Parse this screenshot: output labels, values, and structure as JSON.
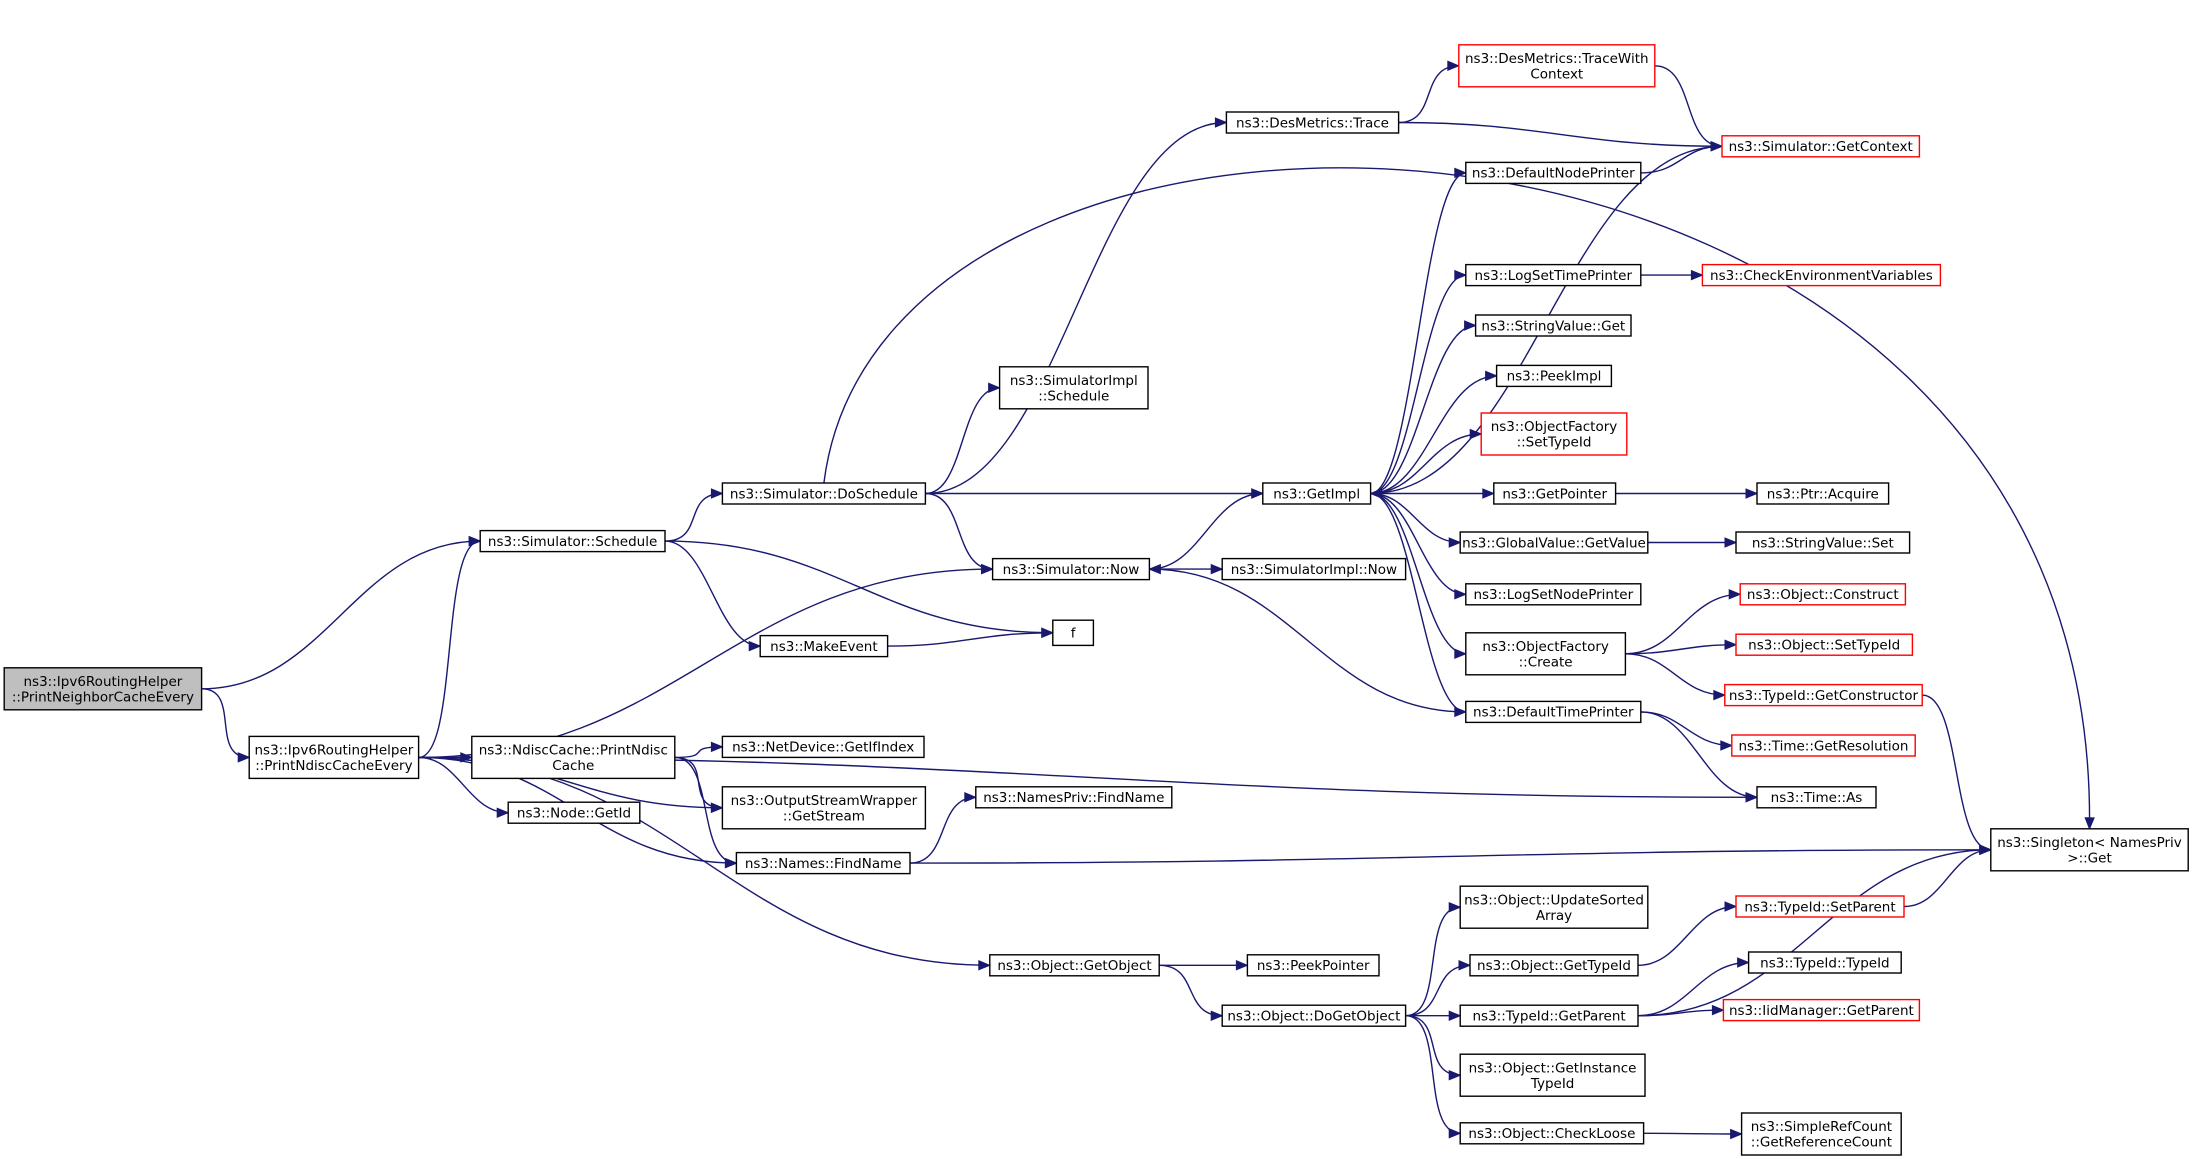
{
  "colors": {
    "edge": "#191970",
    "box": "#000000",
    "truncated_box": "#ff0000",
    "root_fill": "#bfbfbf"
  },
  "nodes": {
    "n0": {
      "lines": [
        "ns3::Ipv6RoutingHelper",
        "::PrintNeighborCacheEvery"
      ],
      "style": "root"
    },
    "n1": {
      "lines": [
        "ns3::Simulator::Schedule"
      ],
      "style": "normal"
    },
    "n2": {
      "lines": [
        "ns3::Ipv6RoutingHelper",
        "::PrintNdiscCacheEvery"
      ],
      "style": "normal"
    },
    "n3": {
      "lines": [
        "ns3::Simulator::DoSchedule"
      ],
      "style": "normal"
    },
    "n4": {
      "lines": [
        "ns3::Simulator::Now"
      ],
      "style": "normal"
    },
    "n5": {
      "lines": [
        "ns3::MakeEvent"
      ],
      "style": "normal"
    },
    "n6": {
      "lines": [
        "f"
      ],
      "style": "normal"
    },
    "n7": {
      "lines": [
        "ns3::NdiscCache::PrintNdisc",
        "Cache"
      ],
      "style": "normal"
    },
    "n8": {
      "lines": [
        "ns3::Node::GetId"
      ],
      "style": "normal"
    },
    "n9": {
      "lines": [
        "ns3::OutputStreamWrapper",
        "::GetStream"
      ],
      "style": "normal"
    },
    "n10": {
      "lines": [
        "ns3::Names::FindName"
      ],
      "style": "normal"
    },
    "n11": {
      "lines": [
        "ns3::NetDevice::GetIfIndex"
      ],
      "style": "normal"
    },
    "n12": {
      "lines": [
        "ns3::NamesPriv::FindName"
      ],
      "style": "normal"
    },
    "n13": {
      "lines": [
        "ns3::Object::GetObject"
      ],
      "style": "normal"
    },
    "n14": {
      "lines": [
        "ns3::SimulatorImpl",
        "::Schedule"
      ],
      "style": "normal"
    },
    "n15": {
      "lines": [
        "ns3::DesMetrics::Trace"
      ],
      "style": "normal"
    },
    "n16": {
      "lines": [
        "ns3::GetImpl"
      ],
      "style": "normal"
    },
    "n17": {
      "lines": [
        "ns3::SimulatorImpl::Now"
      ],
      "style": "normal"
    },
    "n18": {
      "lines": [
        "ns3::PeekPointer"
      ],
      "style": "normal"
    },
    "n19": {
      "lines": [
        "ns3::Object::DoGetObject"
      ],
      "style": "normal"
    },
    "n20": {
      "lines": [
        "ns3::DesMetrics::TraceWith",
        "Context"
      ],
      "style": "red"
    },
    "n21": {
      "lines": [
        "ns3::Simulator::GetContext"
      ],
      "style": "red"
    },
    "n22": {
      "lines": [
        "ns3::DefaultNodePrinter"
      ],
      "style": "normal"
    },
    "n23": {
      "lines": [
        "ns3::LogSetTimePrinter"
      ],
      "style": "normal"
    },
    "n24": {
      "lines": [
        "ns3::CheckEnvironmentVariables"
      ],
      "style": "red"
    },
    "n25": {
      "lines": [
        "ns3::StringValue::Get"
      ],
      "style": "normal"
    },
    "n26": {
      "lines": [
        "ns3::PeekImpl"
      ],
      "style": "normal"
    },
    "n27": {
      "lines": [
        "ns3::ObjectFactory",
        "::SetTypeId"
      ],
      "style": "red"
    },
    "n28": {
      "lines": [
        "ns3::GetPointer"
      ],
      "style": "normal"
    },
    "n29": {
      "lines": [
        "ns3::Ptr::Acquire"
      ],
      "style": "normal"
    },
    "n30": {
      "lines": [
        "ns3::GlobalValue::GetValue"
      ],
      "style": "normal"
    },
    "n31": {
      "lines": [
        "ns3::StringValue::Set"
      ],
      "style": "normal"
    },
    "n32": {
      "lines": [
        "ns3::LogSetNodePrinter"
      ],
      "style": "normal"
    },
    "n33": {
      "lines": [
        "ns3::ObjectFactory",
        "::Create"
      ],
      "style": "normal"
    },
    "n34": {
      "lines": [
        "ns3::Object::Construct"
      ],
      "style": "red"
    },
    "n35": {
      "lines": [
        "ns3::Object::SetTypeId"
      ],
      "style": "red"
    },
    "n36": {
      "lines": [
        "ns3::TypeId::GetConstructor"
      ],
      "style": "red"
    },
    "n37": {
      "lines": [
        "ns3::DefaultTimePrinter"
      ],
      "style": "normal"
    },
    "n38": {
      "lines": [
        "ns3::Time::GetResolution"
      ],
      "style": "red"
    },
    "n39": {
      "lines": [
        "ns3::Time::As"
      ],
      "style": "normal"
    },
    "n40": {
      "lines": [
        "ns3::Singleton< NamesPriv",
        " >::Get"
      ],
      "style": "normal"
    },
    "n41": {
      "lines": [
        "ns3::Object::UpdateSorted",
        "Array"
      ],
      "style": "normal"
    },
    "n42": {
      "lines": [
        "ns3::Object::GetTypeId"
      ],
      "style": "normal"
    },
    "n43": {
      "lines": [
        "ns3::TypeId::SetParent"
      ],
      "style": "red"
    },
    "n44": {
      "lines": [
        "ns3::TypeId::GetParent"
      ],
      "style": "normal"
    },
    "n45": {
      "lines": [
        "ns3::TypeId::TypeId"
      ],
      "style": "normal"
    },
    "n46": {
      "lines": [
        "ns3::IidManager::GetParent"
      ],
      "style": "red"
    },
    "n47": {
      "lines": [
        "ns3::Object::GetInstance",
        "TypeId"
      ],
      "style": "normal"
    },
    "n48": {
      "lines": [
        "ns3::Object::CheckLoose"
      ],
      "style": "normal"
    },
    "n49": {
      "lines": [
        "ns3::SimpleRefCount",
        "::GetReferenceCount"
      ],
      "style": "normal"
    }
  },
  "edges": [
    [
      "n0",
      "n1"
    ],
    [
      "n0",
      "n2"
    ],
    [
      "n1",
      "n3"
    ],
    [
      "n1",
      "n5"
    ],
    [
      "n1",
      "n6"
    ],
    [
      "n2",
      "n1"
    ],
    [
      "n2",
      "n4"
    ],
    [
      "n2",
      "n7"
    ],
    [
      "n2",
      "n8"
    ],
    [
      "n2",
      "n9"
    ],
    [
      "n2",
      "n10"
    ],
    [
      "n2",
      "n13"
    ],
    [
      "n2",
      "n39"
    ],
    [
      "n3",
      "n14"
    ],
    [
      "n3",
      "n15"
    ],
    [
      "n3",
      "n16"
    ],
    [
      "n3",
      "n4"
    ],
    [
      "n3",
      "n40"
    ],
    [
      "n4",
      "n16"
    ],
    [
      "n4",
      "n17"
    ],
    [
      "n5",
      "n6"
    ],
    [
      "n7",
      "n11"
    ],
    [
      "n7",
      "n9"
    ],
    [
      "n7",
      "n10"
    ],
    [
      "n10",
      "n12"
    ],
    [
      "n10",
      "n40"
    ],
    [
      "n13",
      "n18"
    ],
    [
      "n13",
      "n19"
    ],
    [
      "n15",
      "n20"
    ],
    [
      "n15",
      "n21"
    ],
    [
      "n16",
      "n22"
    ],
    [
      "n16",
      "n23"
    ],
    [
      "n16",
      "n25"
    ],
    [
      "n16",
      "n26"
    ],
    [
      "n16",
      "n27"
    ],
    [
      "n16",
      "n28"
    ],
    [
      "n16",
      "n30"
    ],
    [
      "n16",
      "n32"
    ],
    [
      "n16",
      "n33"
    ],
    [
      "n16",
      "n37"
    ],
    [
      "n19",
      "n41"
    ],
    [
      "n19",
      "n42"
    ],
    [
      "n19",
      "n44"
    ],
    [
      "n19",
      "n47"
    ],
    [
      "n19",
      "n48"
    ],
    [
      "n20",
      "n21"
    ],
    [
      "n21",
      "n16"
    ],
    [
      "n22",
      "n21"
    ],
    [
      "n23",
      "n24"
    ],
    [
      "n28",
      "n29"
    ],
    [
      "n30",
      "n31"
    ],
    [
      "n33",
      "n34"
    ],
    [
      "n33",
      "n35"
    ],
    [
      "n33",
      "n36"
    ],
    [
      "n36",
      "n40"
    ],
    [
      "n37",
      "n4"
    ],
    [
      "n37",
      "n38"
    ],
    [
      "n37",
      "n39"
    ],
    [
      "n42",
      "n43"
    ],
    [
      "n43",
      "n40"
    ],
    [
      "n44",
      "n45"
    ],
    [
      "n44",
      "n46"
    ],
    [
      "n44",
      "n40"
    ],
    [
      "n48",
      "n49"
    ]
  ]
}
